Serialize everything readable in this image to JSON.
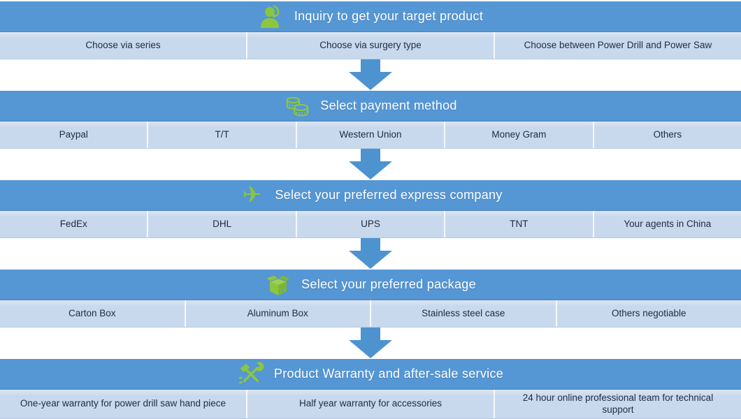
{
  "colors": {
    "header_blue": "#5596D4",
    "row_light_blue": "#C9D9ED",
    "arrow_blue": "#4D93D0",
    "icon_green": "#8CC63F",
    "header_text": "#FFFFFF",
    "cell_text": "#202C42"
  },
  "sections": [
    {
      "icon": "support-agent-icon",
      "title": "Inquiry to get your target product",
      "options": [
        "Choose via series",
        "Choose via surgery type",
        "Choose between Power Drill and Power Saw"
      ]
    },
    {
      "icon": "coins-icon",
      "title": "Select payment method",
      "options": [
        "Paypal",
        "T/T",
        "Western Union",
        "Money Gram",
        "Others"
      ]
    },
    {
      "icon": "airplane-icon",
      "title": "Select your preferred express company",
      "options": [
        "FedEx",
        "DHL",
        "UPS",
        "TNT",
        "Your agents in China"
      ]
    },
    {
      "icon": "package-icon",
      "title": "Select your preferred package",
      "options": [
        "Carton Box",
        "Aluminum Box",
        "Stainless steel case",
        "Others negotiable"
      ]
    },
    {
      "icon": "tools-icon",
      "title": "Product Warranty and after-sale service",
      "options": [
        "One-year warranty for power drill saw hand piece",
        "Half year warranty for accessories",
        "24 hour online professional team for technical support"
      ]
    }
  ]
}
